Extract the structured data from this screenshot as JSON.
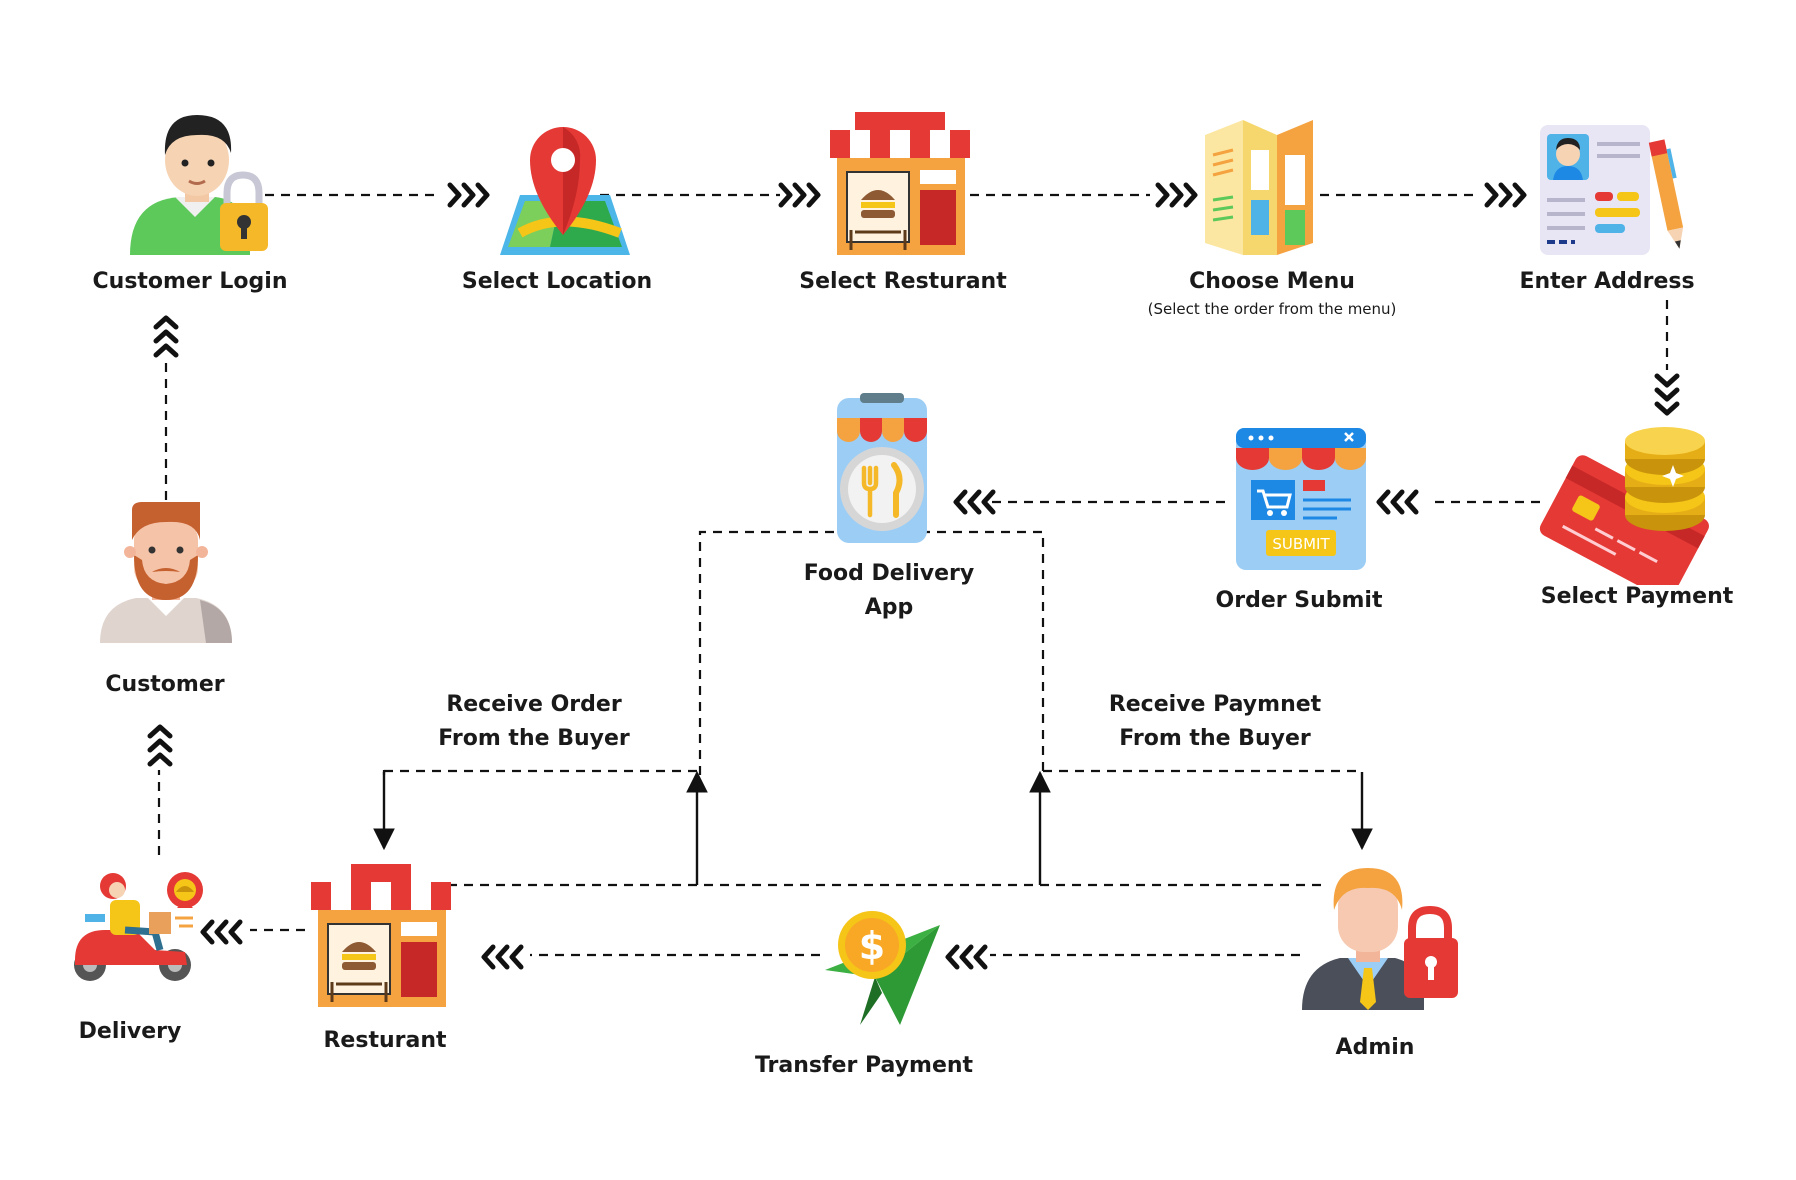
{
  "nodes": {
    "customer_login": {
      "label": "Customer Login",
      "icon": "user-lock-icon"
    },
    "select_location": {
      "label": "Select Location",
      "icon": "map-pin-icon"
    },
    "select_restaurant": {
      "label": "Select Resturant",
      "icon": "storefront-icon"
    },
    "choose_menu": {
      "label": "Choose Menu",
      "sublabel": "(Select the order from the menu)",
      "icon": "menu-brochure-icon"
    },
    "enter_address": {
      "label": "Enter Address",
      "icon": "address-card-pen-icon"
    },
    "select_payment": {
      "label": "Select Payment",
      "icon": "card-coins-icon"
    },
    "order_submit": {
      "label": "Order Submit",
      "icon": "order-submit-screen-icon",
      "button_text": "SUBMIT"
    },
    "food_delivery_app": {
      "label_line1": "Food Delivery",
      "label_line2": "App",
      "icon": "food-app-phone-icon"
    },
    "customer": {
      "label": "Customer",
      "icon": "bearded-man-icon"
    },
    "delivery": {
      "label": "Delivery",
      "icon": "delivery-scooter-icon"
    },
    "restaurant": {
      "label": "Resturant",
      "icon": "storefront-icon"
    },
    "transfer_payment": {
      "label": "Transfer Payment",
      "icon": "dollar-paper-plane-icon"
    },
    "admin": {
      "label": "Admin",
      "icon": "admin-lock-icon"
    }
  },
  "annotations": {
    "receive_order": {
      "line1": "Receive Order",
      "line2": "From the Buyer"
    },
    "receive_payment": {
      "line1": "Receive Paymnet",
      "line2": "From the Buyer"
    }
  },
  "colors": {
    "line": "#111111",
    "label": "#1a1a1a",
    "awning_red": "#e53935",
    "orange": "#f4a340",
    "green": "#4caf50",
    "blue": "#42a5f5",
    "gold": "#f5c518"
  }
}
